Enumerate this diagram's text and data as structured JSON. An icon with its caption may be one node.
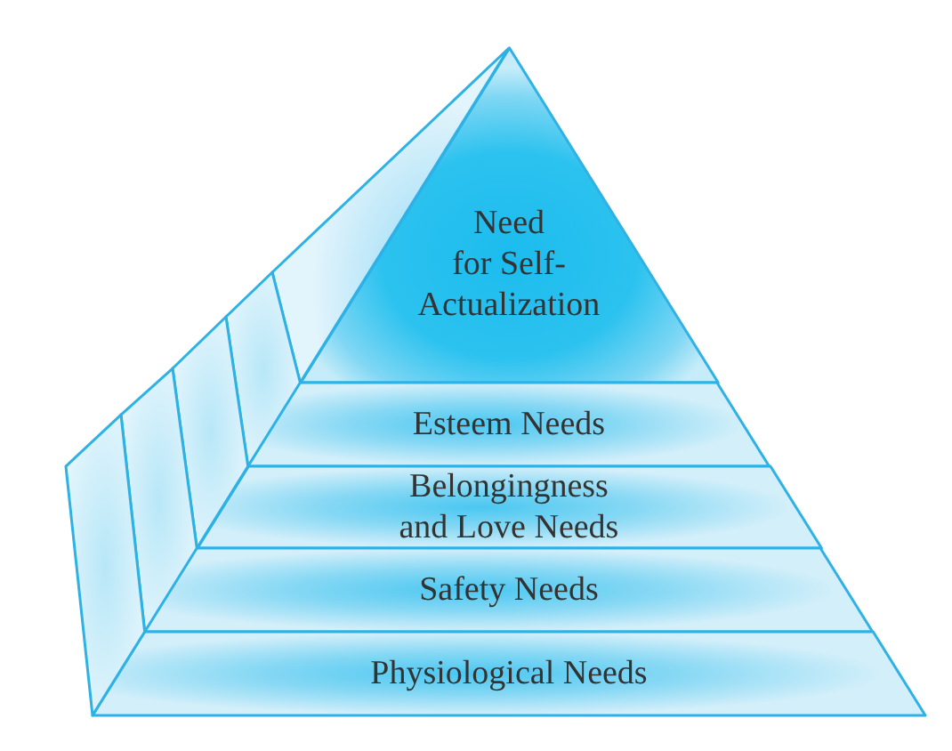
{
  "diagram": {
    "nodes": [
      {
        "text": [
          "Need for Self-Actualization"
        ]
      },
      {
        "text": [
          "Esteem Needs"
        ]
      },
      {
        "text": [
          "Belongingness and Love Needs"
        ]
      },
      {
        "text": [
          "Safety Needs"
        ]
      },
      {
        "text": [
          "Physiological Needs"
        ]
      },
      {
        "text": [],
        "shape": "triangle"
      },
      {
        "text": [],
        "shape": "band"
      },
      {
        "text": [],
        "shape": "band"
      },
      {
        "text": [],
        "shape": "band"
      },
      {
        "text": [],
        "shape": "band"
      }
    ]
  }
}
